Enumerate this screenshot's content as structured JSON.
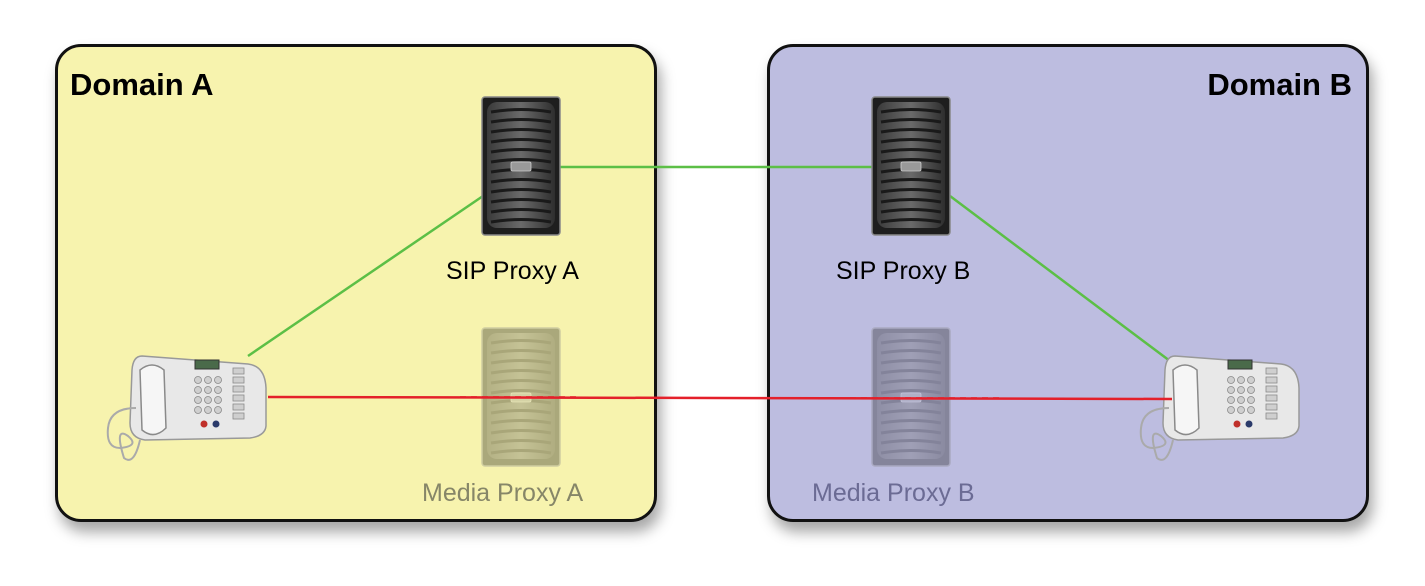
{
  "domains": {
    "a": {
      "title": "Domain A",
      "color": "#f7f3ae"
    },
    "b": {
      "title": "Domain B",
      "color": "#bdbde0"
    }
  },
  "nodes": {
    "sip_proxy_a": {
      "label": "SIP Proxy A",
      "icon": "server-icon"
    },
    "sip_proxy_b": {
      "label": "SIP Proxy B",
      "icon": "server-icon"
    },
    "media_proxy_a": {
      "label": "Media Proxy A",
      "icon": "server-icon",
      "faded": true
    },
    "media_proxy_b": {
      "label": "Media Proxy B",
      "icon": "server-icon",
      "faded": true
    },
    "phone_a": {
      "icon": "desk-phone-icon"
    },
    "phone_b": {
      "icon": "desk-phone-icon"
    }
  },
  "links": {
    "signaling_color": "#5cbf46",
    "media_color": "#e4202a"
  }
}
